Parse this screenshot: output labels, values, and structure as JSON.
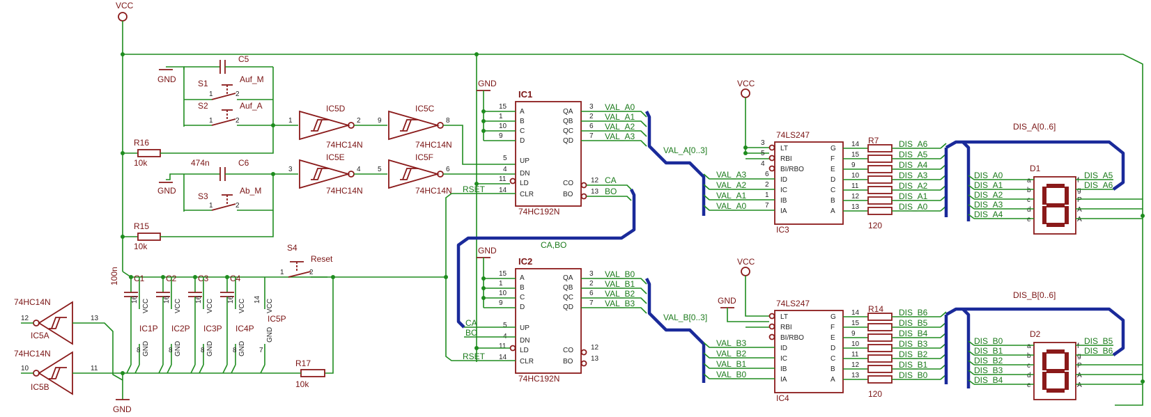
{
  "power": {
    "vcc": "VCC",
    "gnd": "GND"
  },
  "trigger_section": {
    "c5": "C5",
    "s1": "S1",
    "s1_label": "Auf_M",
    "s2": "S2",
    "s2_label": "Auf_A",
    "s3": "S3",
    "s3_label": "Ab_M",
    "c6": "C6",
    "c6_value": "474n",
    "r16": "R16",
    "r16_value": "10k",
    "r15": "R15",
    "r15_value": "10k",
    "s4": "S4",
    "s4_label": "Reset",
    "r17": "R17",
    "r17_value": "10k"
  },
  "inverters": {
    "ic5d": "IC5D",
    "ic5c": "IC5C",
    "ic5e": "IC5E",
    "ic5f": "IC5F",
    "ic5a": "IC5A",
    "ic5b": "IC5B",
    "part": "74HC14N"
  },
  "decoupling": {
    "c1": "C1",
    "c2": "C2",
    "c3": "C3",
    "c4": "C4",
    "value": "100n",
    "ic1p": "IC1P",
    "ic2p": "IC2P",
    "ic3p": "IC3P",
    "ic4p": "IC4P",
    "ic5p": "IC5P",
    "vcc_pin": "VCC",
    "gnd_pin": "GND"
  },
  "counters": {
    "ic1": "IC1",
    "ic2": "IC2",
    "part": "74HC192N",
    "inputs": [
      "A",
      "B",
      "C",
      "D",
      "UP",
      "DN",
      "LD",
      "CLR"
    ],
    "outputs": [
      "QA",
      "QB",
      "QC",
      "QD",
      "CO",
      "BO"
    ],
    "ic1_nets": [
      "VAL_A0",
      "VAL_A1",
      "VAL_A2",
      "VAL_A3",
      "CA",
      "BO"
    ],
    "ic2_nets": [
      "VAL_B0",
      "VAL_B1",
      "VAL_B2",
      "VAL_B3"
    ],
    "ic2_in_nets": [
      "CA",
      "BO"
    ],
    "rset": "RSET",
    "bus_cabo": "CA,BO"
  },
  "decoders": {
    "ic3": "IC3",
    "ic4": "IC4",
    "part": "74LS247",
    "inputs": [
      "LT",
      "RBI",
      "BI/RBO",
      "ID",
      "IC",
      "IB",
      "IA"
    ],
    "outputs": [
      "G",
      "F",
      "E",
      "D",
      "C",
      "B",
      "A"
    ],
    "ic3_in": [
      "VAL_A3",
      "VAL_A2",
      "VAL_A1",
      "VAL_A0"
    ],
    "ic4_in": [
      "VAL_B3",
      "VAL_B2",
      "VAL_B1",
      "VAL_B0"
    ],
    "bus_a": "VAL_A[0..3]",
    "bus_b": "VAL_B[0..3]"
  },
  "resistors": {
    "r7": "R7",
    "r14": "R14",
    "value": "120",
    "dis_a": [
      "DIS_A6",
      "DIS_A5",
      "DIS_A4",
      "DIS_A3",
      "DIS_A2",
      "DIS_A1",
      "DIS_A0"
    ],
    "dis_b": [
      "DIS_B6",
      "DIS_B5",
      "DIS_B4",
      "DIS_B3",
      "DIS_B2",
      "DIS_B1",
      "DIS_B0"
    ]
  },
  "displays": {
    "d1": "D1",
    "d2": "D2",
    "bus_a": "DIS_A[0..6]",
    "bus_b": "DIS_B[0..6]",
    "d1_left": [
      "DIS_A0",
      "DIS_A1",
      "DIS_A2",
      "DIS_A3",
      "DIS_A4"
    ],
    "d1_right": [
      "DIS_A5",
      "DIS_A6"
    ],
    "d2_left": [
      "DIS_B0",
      "DIS_B1",
      "DIS_B2",
      "DIS_B3",
      "DIS_B4"
    ],
    "d2_right": [
      "DIS_B5",
      "DIS_B6"
    ]
  }
}
